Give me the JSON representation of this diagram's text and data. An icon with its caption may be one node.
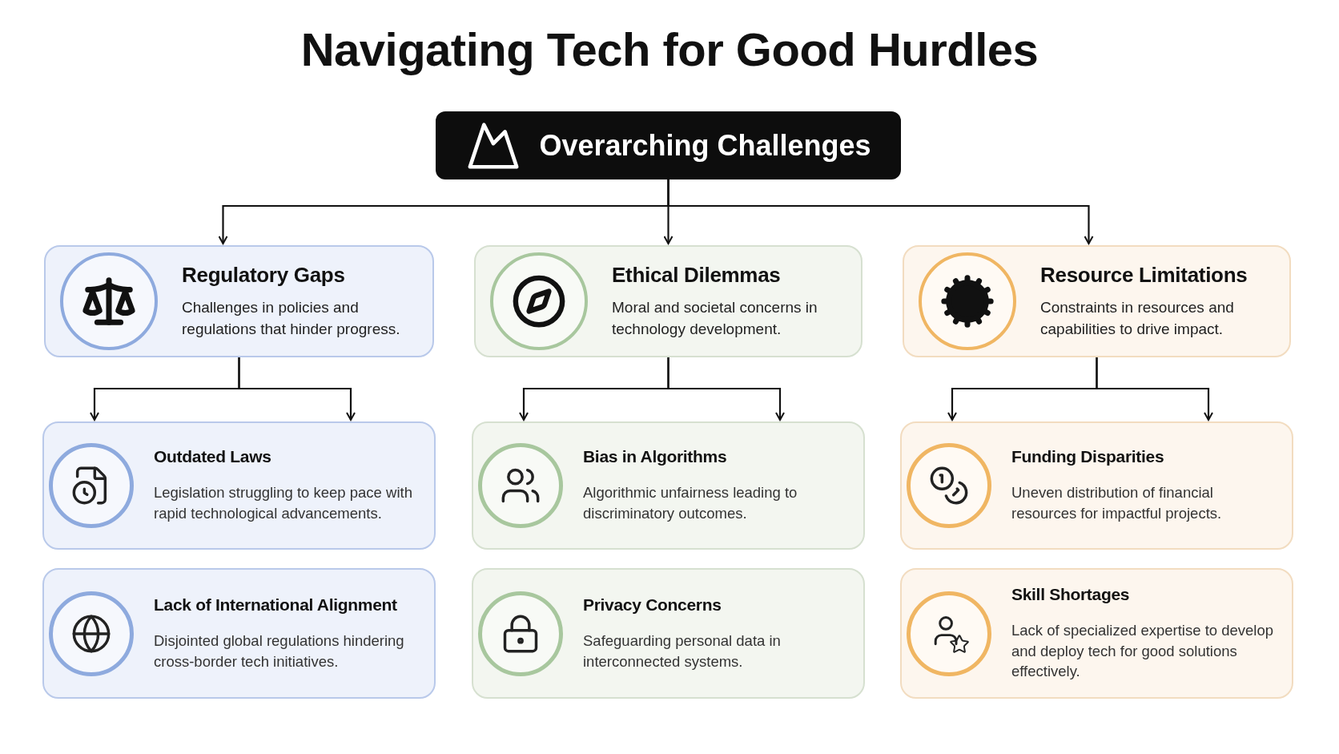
{
  "diagram": {
    "title": "Navigating Tech for Good Hurdles",
    "nodes": [
      {
        "text": [
          "Overarching Challenges"
        ]
      },
      {
        "text": [
          "Regulatory Gaps",
          "Challenges in policies and regulations that hinder progress."
        ]
      },
      {
        "text": [
          "Ethical Dilemmas",
          "Moral and societal concerns in technology development."
        ]
      },
      {
        "text": [
          "Resource Limitations",
          "Constraints in resources and capabilities to drive impact."
        ]
      },
      {
        "text": [
          "Outdated Laws",
          "Legislation struggling to keep pace with rapid technological advancements."
        ]
      },
      {
        "text": [
          "Bias in Algorithms",
          "Algorithmic unfairness leading to discriminatory outcomes."
        ]
      },
      {
        "text": [
          "Funding Disparities",
          "Uneven distribution of financial resources for impactful projects."
        ]
      },
      {
        "text": [
          "Lack of International Alignment",
          "Disjointed global regulations hindering cross-border tech initiatives."
        ]
      },
      {
        "text": [
          "Privacy Concerns",
          "Safeguarding personal data in interconnected systems."
        ]
      },
      {
        "text": [
          "Skill Shortages",
          "Lack of specialized expertise to develop and deploy tech for good solutions effectively."
        ]
      }
    ],
    "edges": [
      {
        "from": 0,
        "to": 1,
        "arrow": "to"
      },
      {
        "from": 0,
        "to": 2,
        "arrow": "to"
      },
      {
        "from": 0,
        "to": 3,
        "arrow": "to"
      },
      {
        "from": 1,
        "to": 4,
        "arrow": "to"
      },
      {
        "from": 1,
        "to": 4,
        "arrow": "to"
      },
      {
        "from": 2,
        "to": 5,
        "arrow": "to"
      },
      {
        "from": 2,
        "to": 5,
        "arrow": "to"
      },
      {
        "from": 3,
        "to": 6,
        "arrow": "to"
      },
      {
        "from": 3,
        "to": 6,
        "arrow": "to"
      }
    ]
  }
}
